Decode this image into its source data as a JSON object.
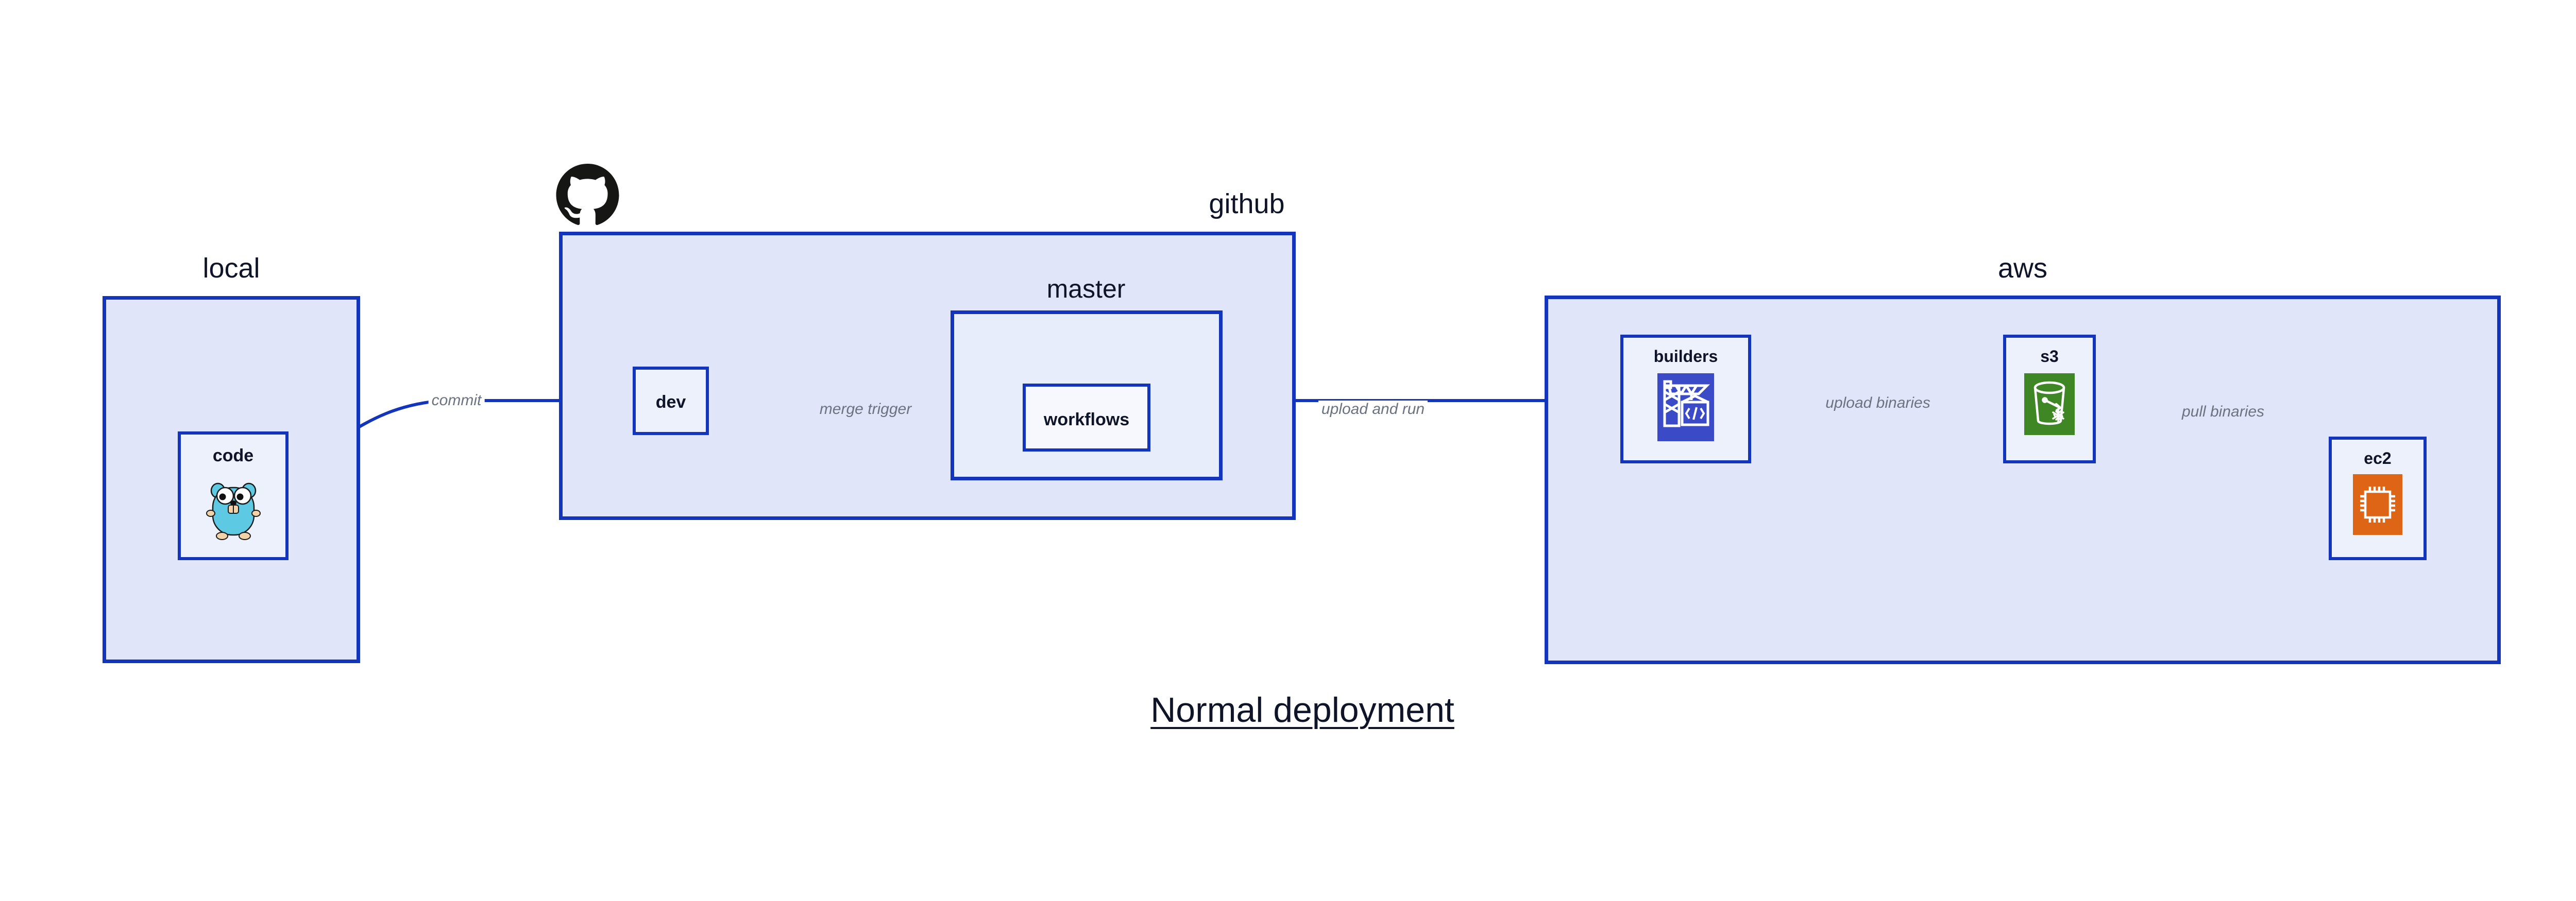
{
  "title": "Normal deployment",
  "colors": {
    "border": "#1235BC",
    "group_fill": "#E1E5FA",
    "group_fill_light": "#E8EDFB",
    "node_fill": "#EDF1FB",
    "node_fill_white": "#F6F8FE",
    "text": "#0F1428",
    "edge_label": "#6B7280",
    "go_gopher": "#5DC9E2",
    "s3_green": "#3F8624",
    "ec2_orange": "#DD6515",
    "builders_blue": "#3B4BC8",
    "github_black": "#161614"
  },
  "groups": [
    {
      "id": "local",
      "label": "local"
    },
    {
      "id": "github",
      "label": "github"
    },
    {
      "id": "master",
      "label": "master"
    },
    {
      "id": "aws",
      "label": "aws"
    }
  ],
  "nodes": [
    {
      "id": "code",
      "label": "code",
      "icon": "go-gopher-icon"
    },
    {
      "id": "dev",
      "label": "dev",
      "icon": "none"
    },
    {
      "id": "workflows",
      "label": "workflows",
      "icon": "none"
    },
    {
      "id": "builders",
      "label": "builders",
      "icon": "aws-crane-builders-icon"
    },
    {
      "id": "s3",
      "label": "s3",
      "icon": "aws-s3-bucket-icon"
    },
    {
      "id": "ec2",
      "label": "ec2",
      "icon": "aws-ec2-chip-icon"
    }
  ],
  "edges": [
    {
      "id": "commit",
      "label": "commit",
      "from": "code",
      "to": "dev"
    },
    {
      "id": "merge-trigger",
      "label": "merge trigger",
      "from": "dev",
      "to": "workflows"
    },
    {
      "id": "upload-and-run",
      "label": "upload and run",
      "from": "workflows",
      "to": "builders"
    },
    {
      "id": "upload-binaries",
      "label": "upload binaries",
      "from": "builders",
      "to": "s3"
    },
    {
      "id": "pull-binaries",
      "label": "pull binaries",
      "from": "s3",
      "to": "ec2"
    }
  ],
  "logos": [
    {
      "id": "github-octocat",
      "name": "github-octocat-icon"
    }
  ]
}
